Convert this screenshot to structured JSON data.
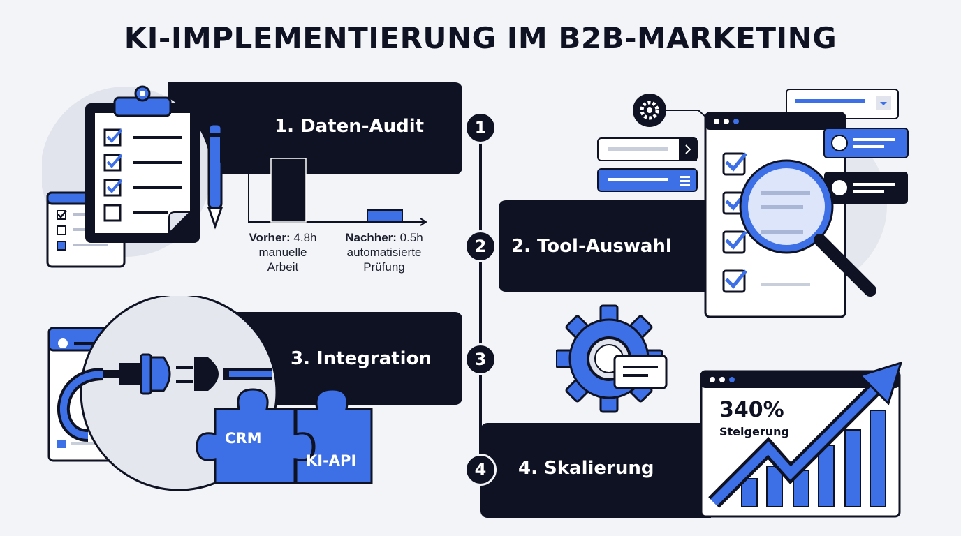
{
  "title": "KI-IMPLEMENTIERUNG IM B2B-MARKETING",
  "steps": [
    {
      "number": "1",
      "label": "1. Daten-Audit"
    },
    {
      "number": "2",
      "label": "2. Tool-Auswahl"
    },
    {
      "number": "3",
      "label": "3. Integration"
    },
    {
      "number": "4",
      "label": "4. Skalierung"
    }
  ],
  "audit_chart": {
    "before_label": "Vorher:",
    "before_value": "4.8h",
    "before_line1": "manuelle",
    "before_line2": "Arbeit",
    "after_label": "Nachher:",
    "after_value": "0.5h",
    "after_line1": "automatisierte",
    "after_line2": "Prüfung"
  },
  "integration": {
    "piece_left": "CRM",
    "piece_right": "KI-API"
  },
  "scaling": {
    "metric_value": "340%",
    "metric_label": "Steigerung"
  },
  "colors": {
    "dark": "#0f1222",
    "accent": "#3d6fe6",
    "background": "#f3f4f7"
  },
  "icons": [
    "clipboard-icon",
    "pen-icon",
    "gear-icon",
    "magnifier-icon",
    "plug-icon",
    "puzzle-icon",
    "growth-chart-icon"
  ]
}
